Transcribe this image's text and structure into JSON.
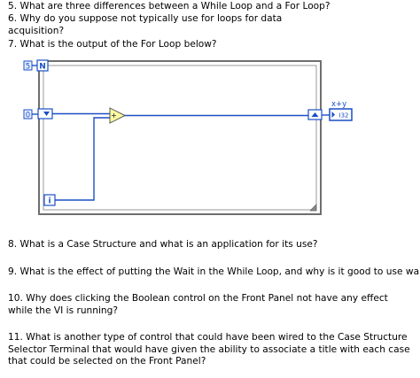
{
  "questions": {
    "q5": "5. What are three differences between a While Loop and a For Loop?",
    "q6_line1": "6. Why do you suppose not typically use for loops for data",
    "q6_line2": "acquisition?",
    "q7": "7. What is the output of the For Loop below?",
    "q8": "8. What is a Case Structure and what is an application for its use?",
    "q9": "9. What is the effect of putting the Wait in the While Loop, and why is it good to use waits?",
    "q10": "10. Why does clicking the Boolean control on the Front Panel not have any effect while the VI is running?",
    "q11": "11. What is another type of control that could have been wired to the Case Structure Selector Terminal that would have given the ability to associate a title with each case that could be selected on the Front Panel?"
  },
  "diagram": {
    "count_constant": "5",
    "count_terminal": "N",
    "initial_constant": "0",
    "iteration_terminal": "i",
    "indicator_label": "x+y",
    "indicator_type": "I32",
    "colors": {
      "wire": "#1a4fc4",
      "node_fill": "#ffff9e",
      "loop_border": "#6e6e6e",
      "loop_bg": "#ffffff"
    }
  }
}
